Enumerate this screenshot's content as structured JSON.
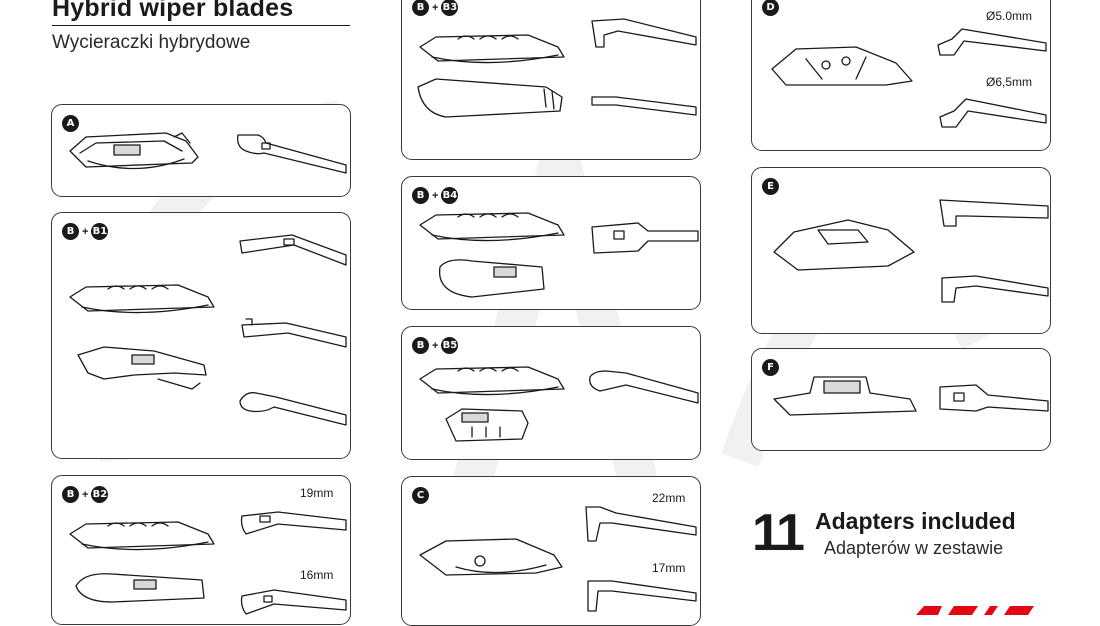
{
  "header": {
    "title": "Hybrid wiper blades",
    "subtitle": "Wycieraczki hybrydowe"
  },
  "panels": {
    "a": {
      "badges": [
        "A"
      ]
    },
    "b1": {
      "badges": [
        "B",
        "B1"
      ]
    },
    "b2": {
      "badges": [
        "B",
        "B2"
      ],
      "labels": [
        "19mm",
        "16mm"
      ]
    },
    "b3": {
      "badges": [
        "B",
        "B3"
      ]
    },
    "b4": {
      "badges": [
        "B",
        "B4"
      ]
    },
    "b5": {
      "badges": [
        "B",
        "B5"
      ]
    },
    "c": {
      "badges": [
        "C"
      ],
      "labels": [
        "22mm",
        "17mm"
      ]
    },
    "d": {
      "badges": [
        "D"
      ],
      "labels": [
        "Ø5.0mm",
        "Ø6,5mm"
      ]
    },
    "e": {
      "badges": [
        "E"
      ]
    },
    "f": {
      "badges": [
        "F"
      ]
    }
  },
  "adapters": {
    "count": "11",
    "title": "Adapters included",
    "subtitle": "Adapterów w zestawie"
  },
  "colors": {
    "line": "#1a1a1a",
    "border": "#3a3a3a",
    "logo": "#e30613"
  },
  "icons": {
    "badge": "circle-letter-badge",
    "logo": "brand-logo"
  }
}
